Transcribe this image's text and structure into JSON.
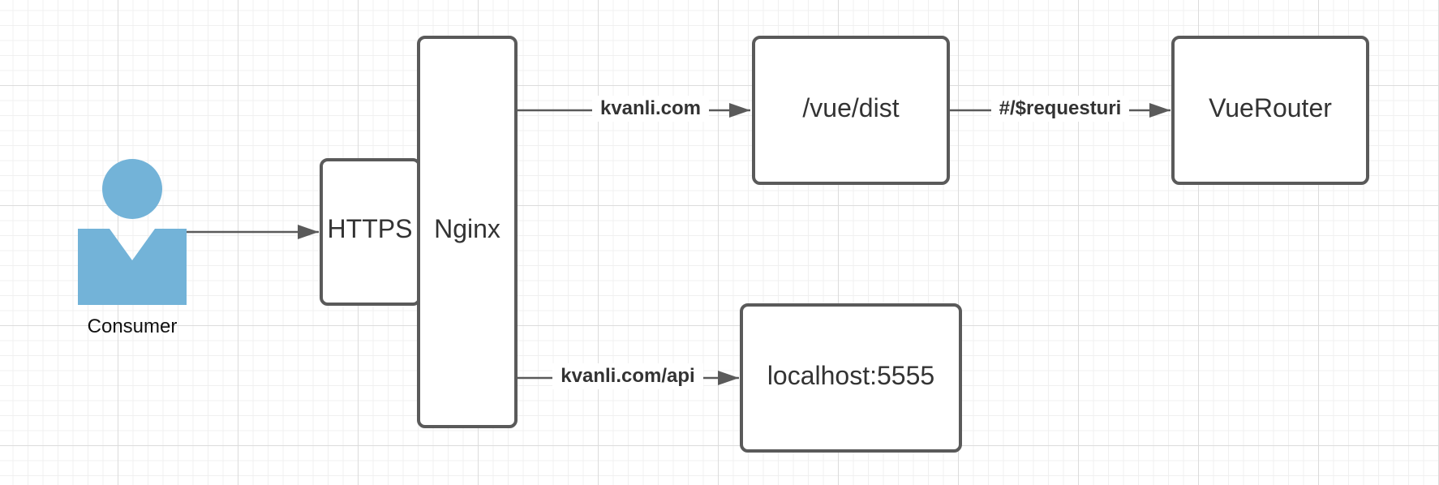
{
  "diagram": {
    "actor": {
      "label": "Consumer",
      "color": "#73b3d8"
    },
    "nodes": {
      "https": "HTTPS",
      "nginx": "Nginx",
      "vue_dist": "/vue/dist",
      "vue_router": "VueRouter",
      "localhost": "localhost:5555"
    },
    "edges": {
      "nginx_to_vue_dist": "kvanli.com",
      "vue_dist_to_router": "#/$requesturi",
      "nginx_to_localhost": "kvanli.com/api"
    },
    "colors": {
      "stroke": "#5a5a5a",
      "text": "#333333"
    }
  }
}
